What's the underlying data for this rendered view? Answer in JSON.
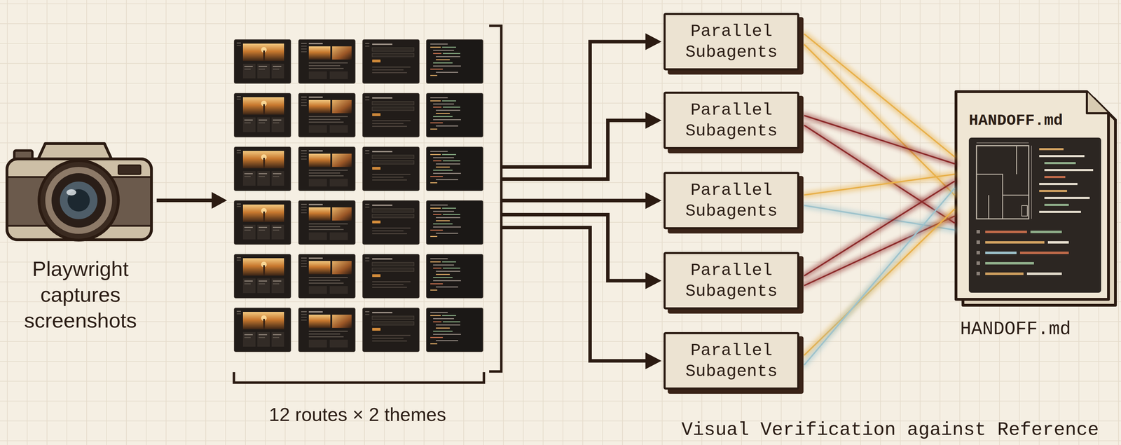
{
  "diagram": {
    "caption": "Visual Verification against Reference",
    "nodes": [
      {
        "text": [
          "Playwright captures screenshots"
        ]
      },
      {
        "text": [
          "12 routes × 2 themes"
        ]
      },
      {
        "text": [
          "Parallel Subagents"
        ]
      },
      {
        "text": [
          "Parallel Subagents"
        ]
      },
      {
        "text": [
          "Parallel Subagents"
        ]
      },
      {
        "text": [
          "Parallel Subagents"
        ]
      },
      {
        "text": [
          "Parallel Subagents"
        ]
      },
      {
        "text": [
          "HANDOFF.md",
          "HANDOFF.md"
        ]
      }
    ],
    "edges": [
      {
        "from": 0,
        "to": 1,
        "arrow": "to"
      },
      {
        "from": 1,
        "to": 2,
        "arrow": "to"
      },
      {
        "from": 1,
        "to": 3,
        "arrow": "to"
      },
      {
        "from": 1,
        "to": 4,
        "arrow": "to"
      },
      {
        "from": 1,
        "to": 5,
        "arrow": "to"
      },
      {
        "from": 1,
        "to": 6,
        "arrow": "to"
      },
      {
        "from": 2,
        "to": 7,
        "arrow": "none"
      },
      {
        "from": 3,
        "to": 7,
        "arrow": "none"
      },
      {
        "from": 4,
        "to": 7,
        "arrow": "none"
      },
      {
        "from": 5,
        "to": 7,
        "arrow": "none"
      },
      {
        "from": 6,
        "to": 7,
        "arrow": "none"
      }
    ]
  }
}
